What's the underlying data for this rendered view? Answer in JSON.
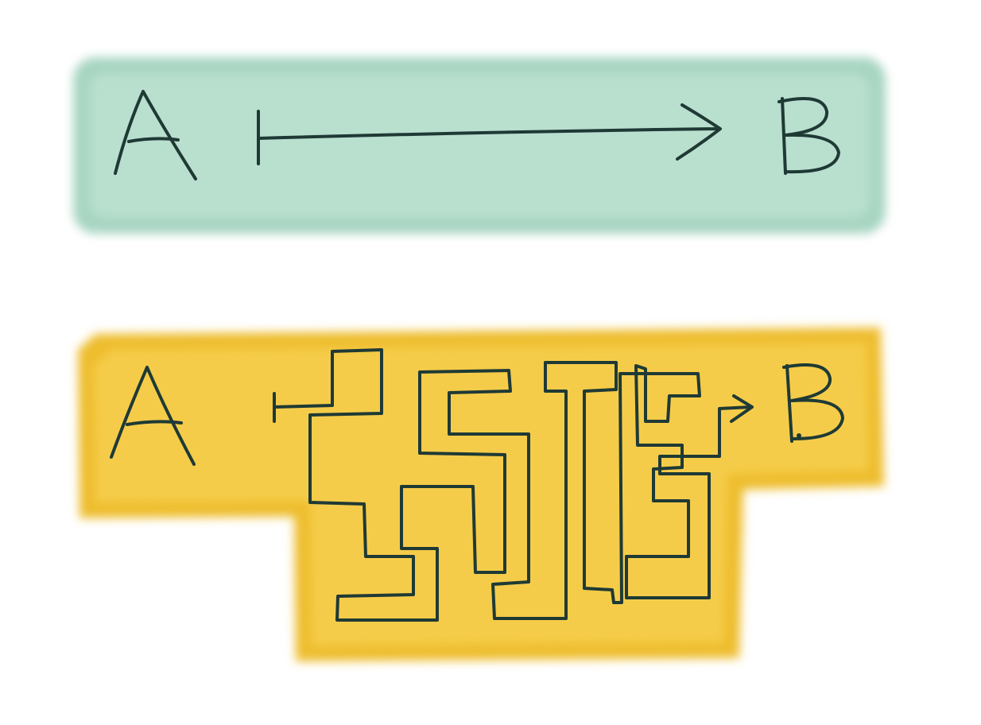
{
  "colors": {
    "background": "#ffffff",
    "ink": "#1f3a35",
    "direct_panel": "#b9dfcf",
    "direct_panel_edge": "#a7d5c2",
    "winding_panel": "#f5cc4a",
    "winding_panel_edge": "#eebd2e"
  },
  "direct_route": {
    "start_label": "A",
    "end_label": "B"
  },
  "winding_route": {
    "start_label": "A",
    "end_label": "B"
  }
}
